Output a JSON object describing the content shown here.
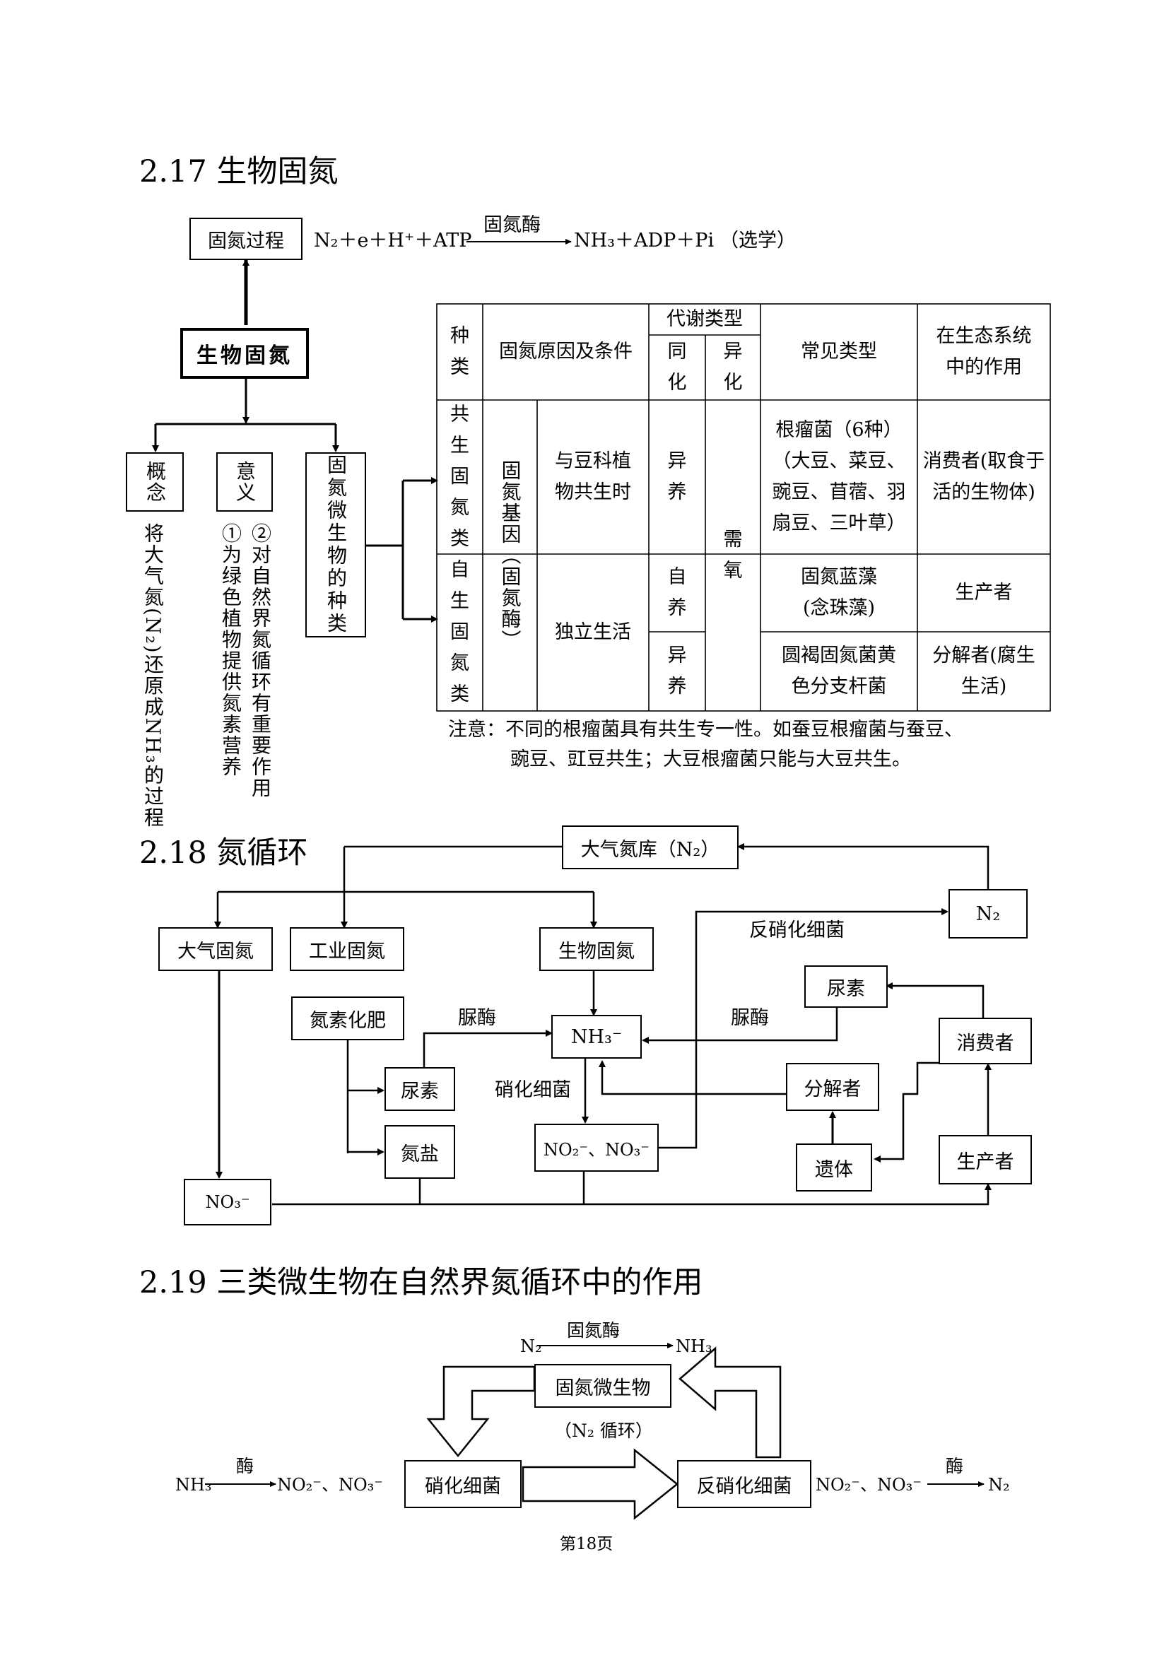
{
  "s217": {
    "title": "2.17 生物固氮",
    "process_box": "固氮过程",
    "eq_left": "N₂＋e＋H⁺＋ATP",
    "eq_enzyme": "固氮酶",
    "eq_right": "NH₃＋ADP＋Pi",
    "eq_note": "（选学）",
    "main_box": "生物固氮",
    "concept_box": "概念",
    "meaning_box": "意义",
    "species_box": "固氮微生物的种类",
    "concept_text": "将大气氮(N₂)还原成NH₃的过程",
    "meaning_1": "①为绿色植物提供氮素营养",
    "meaning_2": "②对自然界氮循环有重要作用",
    "table": {
      "h_kind": "种类",
      "h_reason": "固氮原因及条件",
      "h_metab": "代谢类型",
      "h_assim": "同化",
      "h_dissim": "异化",
      "h_common": "常见类型",
      "h_role": "在生态系统中的作用",
      "r1_kind": "共生固氮类",
      "r2_kind": "自生固氮类",
      "gene": "固氮基因（固氮酶）",
      "r1_cond": "与豆科植物共生时",
      "r2_cond": "独立生活",
      "r1_assim": "异养",
      "r2a_assim": "自养",
      "r2b_assim": "异养",
      "dissim": "需氧",
      "r1_common": "根瘤菌（6种）（大豆、菜豆、豌豆、苜蓿、羽扇豆、三叶草）",
      "r2a_common": "固氮蓝藻(念珠藻)",
      "r2b_common": "圆褐固氮菌黄色分支杆菌",
      "r1_role": "消费者(取食于活的生物体)",
      "r2a_role": "生产者",
      "r2b_role": "分解者(腐生生活)"
    },
    "note_1": "注意：不同的根瘤菌具有共生专一性。如蚕豆根瘤菌与蚕豆、",
    "note_2": "豌豆、豇豆共生；大豆根瘤菌只能与大豆共生。"
  },
  "s218": {
    "title": "2.18 氮循环",
    "atm_pool": "大气氮库（N₂）",
    "n2": "N₂",
    "atm_fix": "大气固氮",
    "ind_fix": "工业固氮",
    "bio_fix": "生物固氮",
    "denitrify_label": "反硝化细菌",
    "fertilizer": "氮素化肥",
    "urease_1": "脲酶",
    "nh3": "NH₃⁻",
    "urease_2": "脲酶",
    "urea_right": "尿素",
    "consumer": "消费者",
    "urea_left": "尿素",
    "nitrify_label": "硝化细菌",
    "decomposer": "分解者",
    "ammonium": "氮盐",
    "no2no3": "NO₂⁻、NO₃⁻",
    "remains": "遗体",
    "producer": "生产者",
    "no3": "NO₃⁻"
  },
  "s219": {
    "title": "2.19 三类微生物在自然界氮循环中的作用",
    "top_eq_left": "N₂",
    "top_eq_enzyme": "固氮酶",
    "top_eq_right": "NH₃",
    "fix_box": "固氮微生物",
    "cycle": "（N₂ 循环）",
    "left_eq_left": "NH₃",
    "left_eq_enzyme": "酶",
    "left_eq_right": "NO₂⁻、NO₃⁻",
    "nitrify_box": "硝化细菌",
    "denitrify_box": "反硝化细菌",
    "right_eq_left": "NO₂⁻、NO₃⁻",
    "right_eq_enzyme": "酶",
    "right_eq_right": "N₂"
  },
  "footer": "第18页"
}
